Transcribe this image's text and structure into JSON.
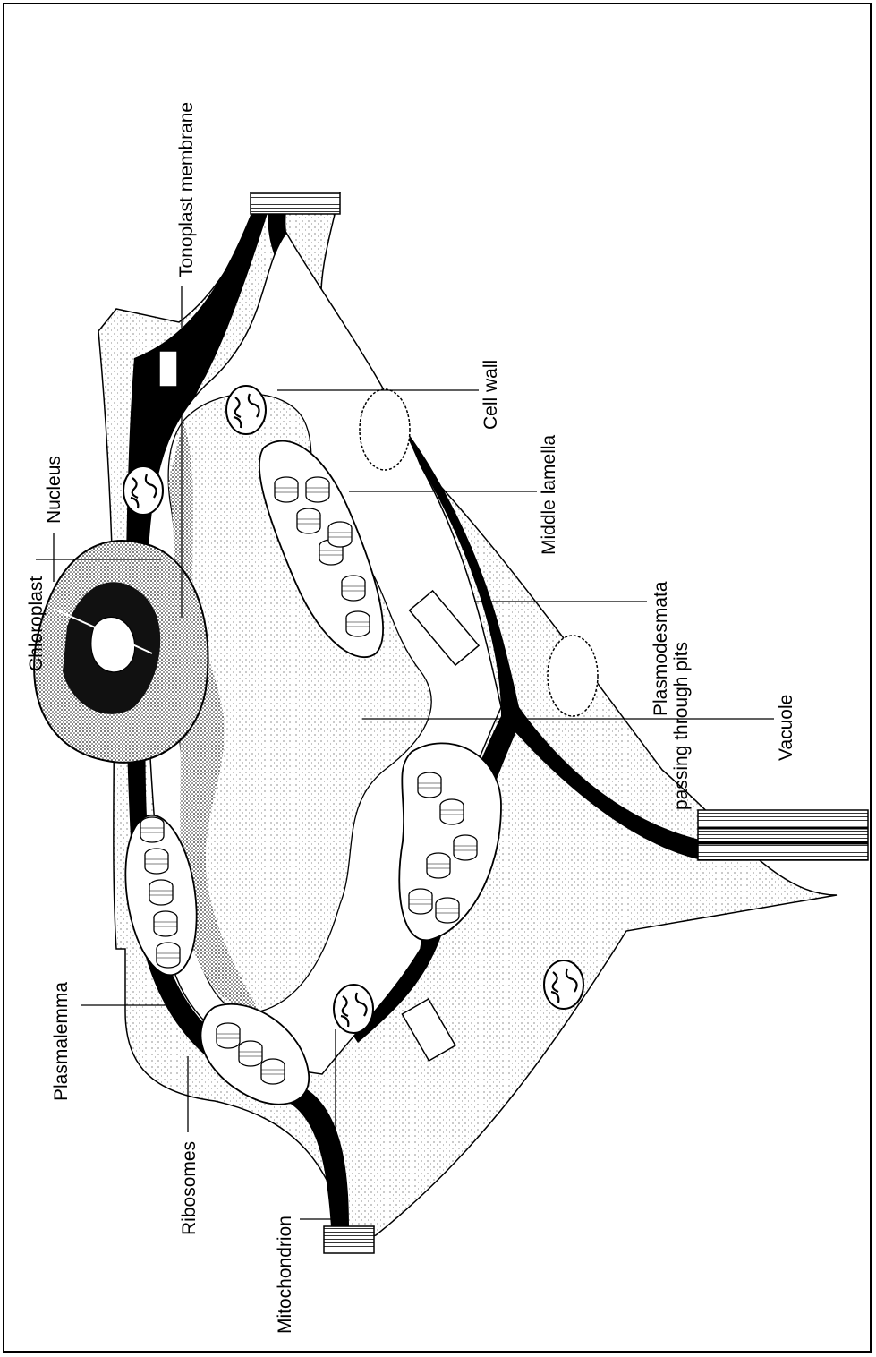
{
  "labels": {
    "tonoplast_membrane": "Tonoplast membrane",
    "nucleus": "Nucleus",
    "cell_wall": "Cell wall",
    "middle_lamella": "Middle lamella",
    "plasmodesmata": "Plasmodesmata",
    "plasmodesmata_line2": "passing through pits",
    "vacuole": "Vacuole",
    "chloroplast": "Chloroplast",
    "plasmalemma": "Plasmalemma",
    "ribosomes": "Ribosomes",
    "mitochondrion": "Mitochondrion"
  }
}
